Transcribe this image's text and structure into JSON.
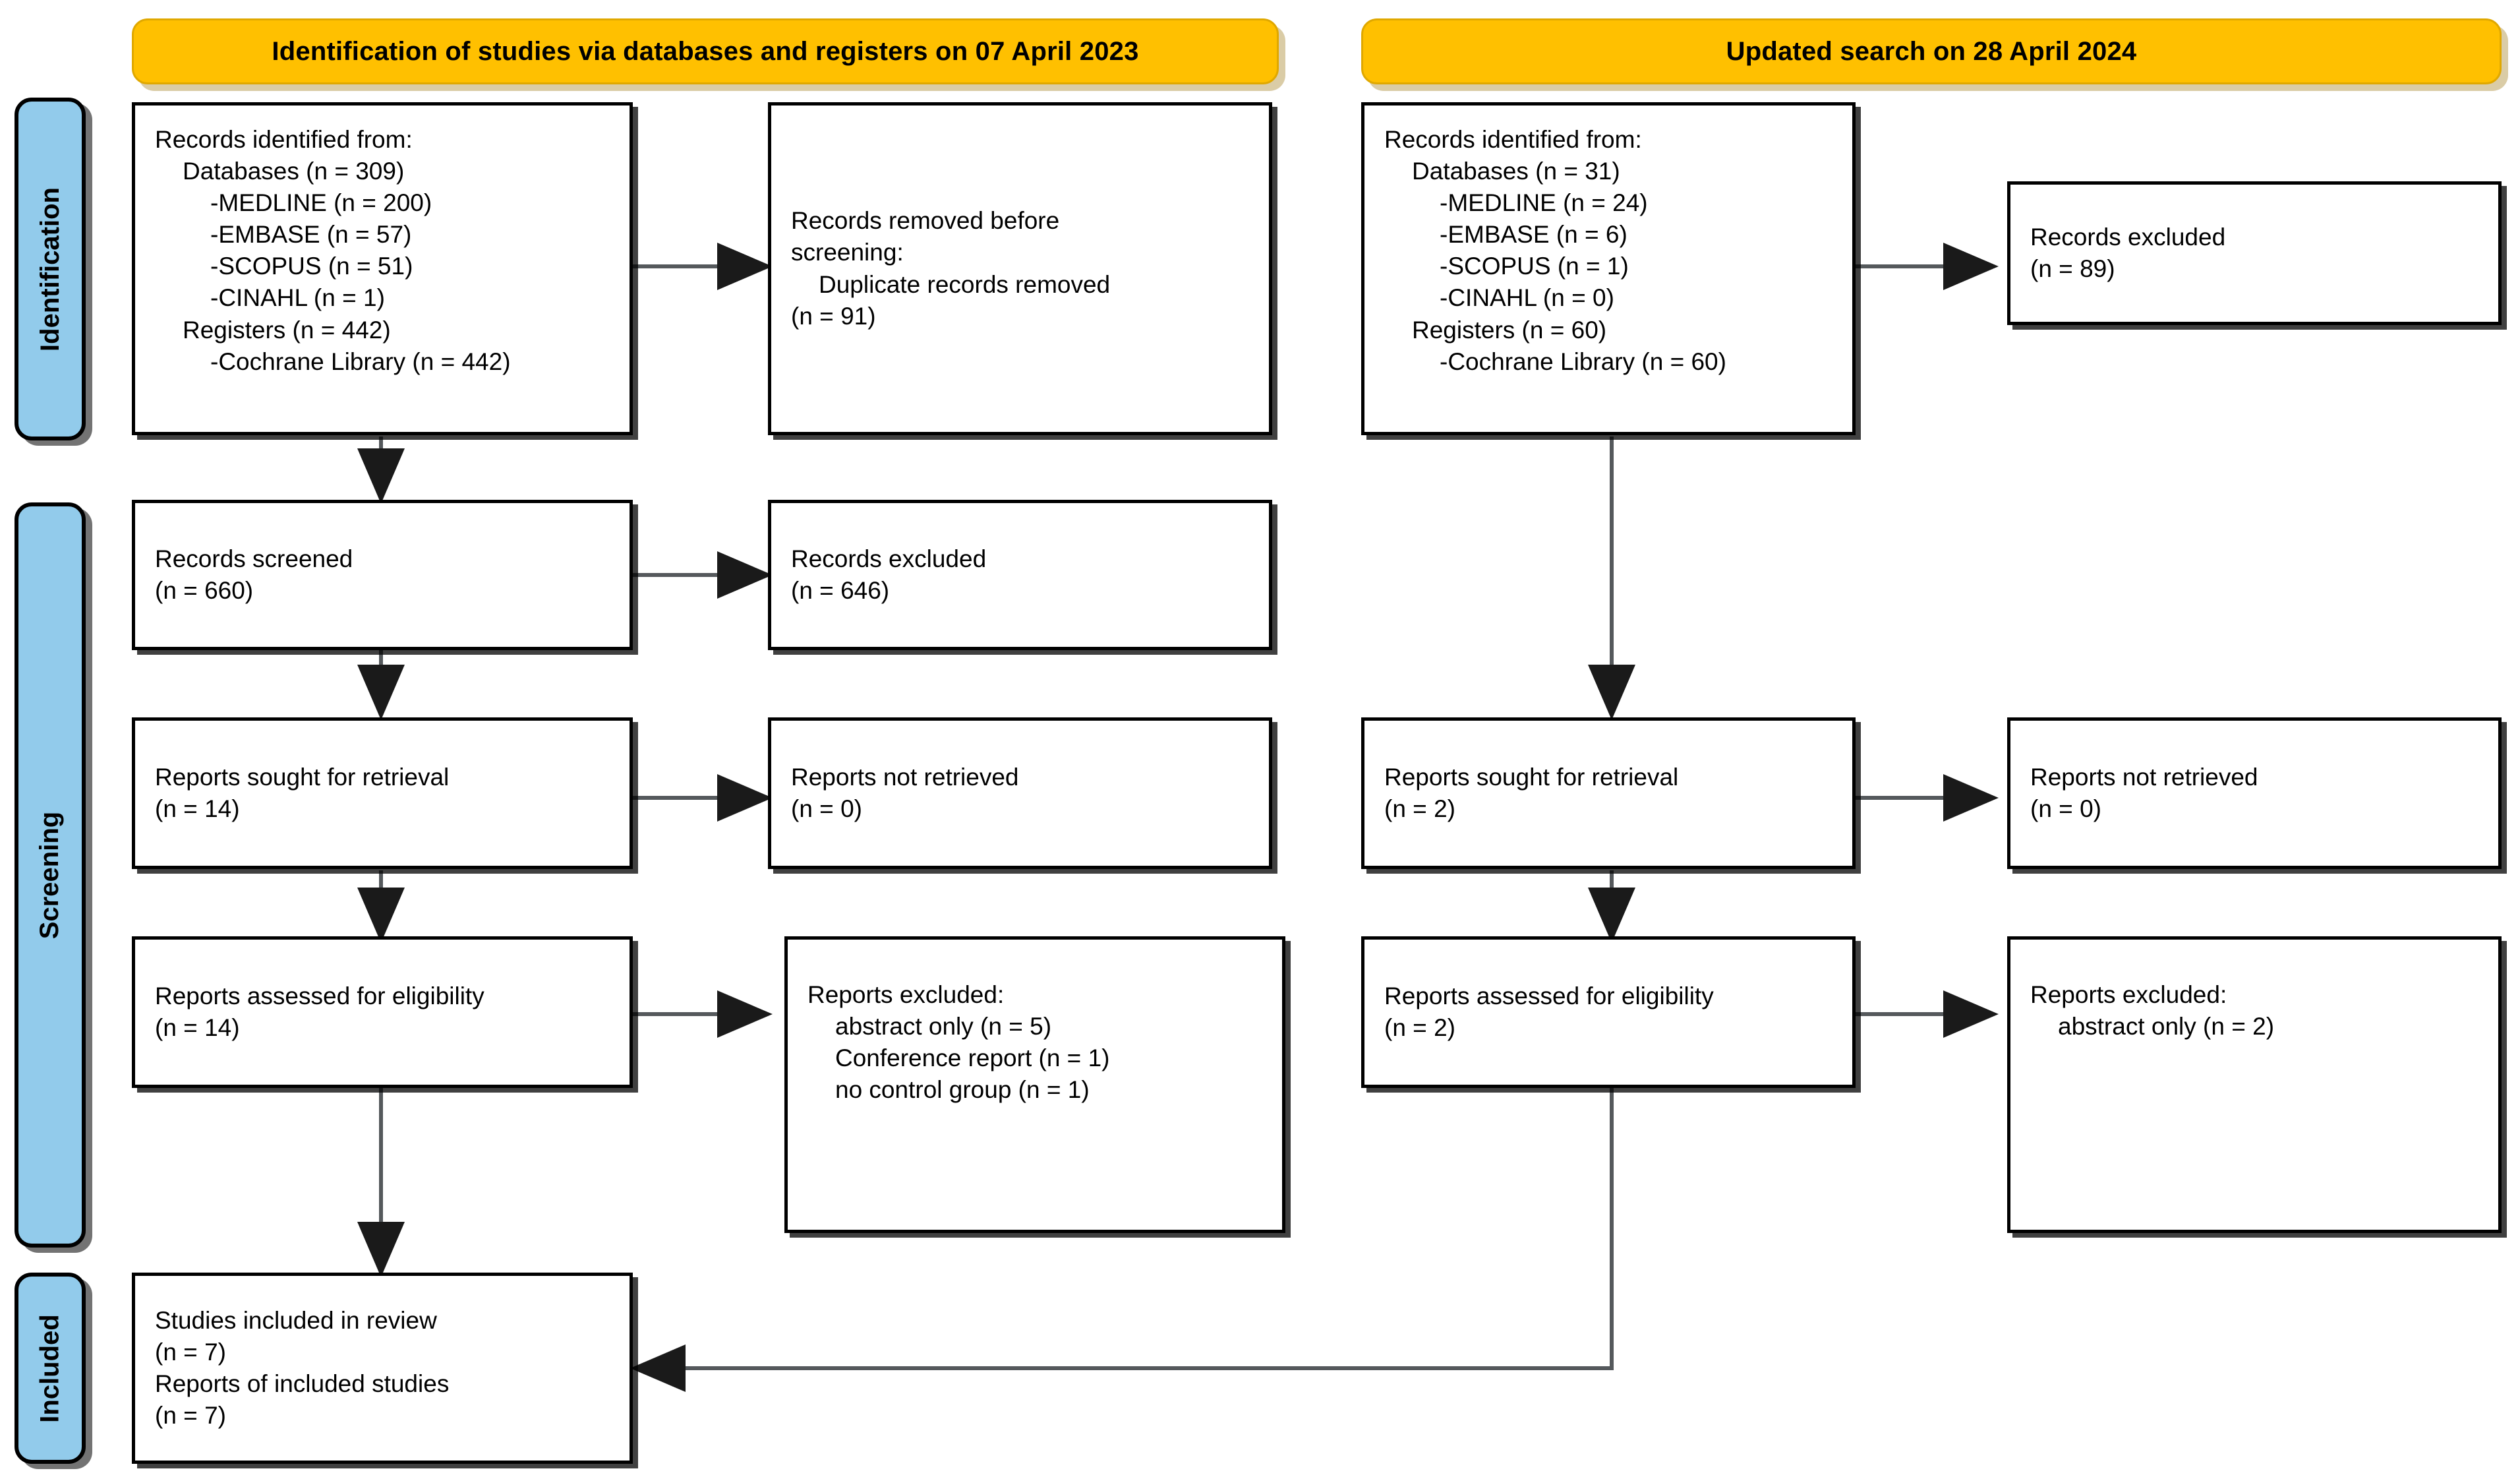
{
  "diagram": {
    "title": "PRISMA 2020 flow diagram",
    "colors": {
      "banner_fill": "#FFC000",
      "stage_label_fill": "#92CBEB",
      "box_fill": "#FFFFFF",
      "outline": "#000000"
    }
  },
  "banners": {
    "left": "Identification of studies via databases and registers on 07 April 2023",
    "right": "Updated search on 28 April 2024"
  },
  "stages": {
    "identification": "Identification",
    "screening": "Screening",
    "included": "Included"
  },
  "left_column": {
    "identified": {
      "lines": [
        "Records identified from:",
        "Databases (n = 309)",
        "-MEDLINE (n = 200)",
        "-EMBASE (n = 57)",
        "-SCOPUS (n = 51)",
        "-CINAHL (n = 1)",
        "Registers (n = 442)",
        "-Cochrane Library (n = 442)"
      ]
    },
    "removed_before_screening": {
      "heading_plain": "Records removed ",
      "heading_italic_1": "before",
      "heading_italic_2": "screening",
      "heading_colon": ":",
      "detail": "Duplicate records removed",
      "detail_count": "(n = 91)"
    },
    "screened": {
      "label": "Records screened",
      "count": "(n = 660)"
    },
    "records_excluded": {
      "label": "Records excluded",
      "count": "(n = 646)"
    },
    "sought": {
      "label": "Reports sought for retrieval",
      "count": "(n = 14)"
    },
    "not_retrieved": {
      "label": "Reports not retrieved",
      "count": "(n = 0)"
    },
    "assessed": {
      "label": "Reports assessed for eligibility",
      "count": "(n = 14)"
    },
    "reports_excluded": {
      "heading": "Reports excluded:",
      "reasons": [
        "abstract only (n = 5)",
        "Conference report (n = 1)",
        "no control group (n = 1)"
      ]
    }
  },
  "right_column": {
    "identified": {
      "lines": [
        "Records identified from:",
        "Databases (n = 31)",
        "-MEDLINE (n = 24)",
        "-EMBASE (n = 6)",
        "-SCOPUS (n = 1)",
        "-CINAHL (n = 0)",
        "Registers (n = 60)",
        "-Cochrane Library (n = 60)"
      ]
    },
    "records_excluded": {
      "label": "Records excluded",
      "count": "(n = 89)"
    },
    "sought": {
      "label": "Reports sought for retrieval",
      "count": "(n = 2)"
    },
    "not_retrieved": {
      "label": "Reports not retrieved",
      "count": "(n = 0)"
    },
    "assessed": {
      "label": "Reports assessed for eligibility",
      "count": "(n = 2)"
    },
    "reports_excluded": {
      "heading": "Reports excluded:",
      "reasons": [
        "abstract only (n = 2)"
      ]
    }
  },
  "included_box": {
    "studies_label": "Studies included in review",
    "studies_count": "(n = 7)",
    "reports_label": "Reports of included studies",
    "reports_count": "(n = 7)"
  }
}
